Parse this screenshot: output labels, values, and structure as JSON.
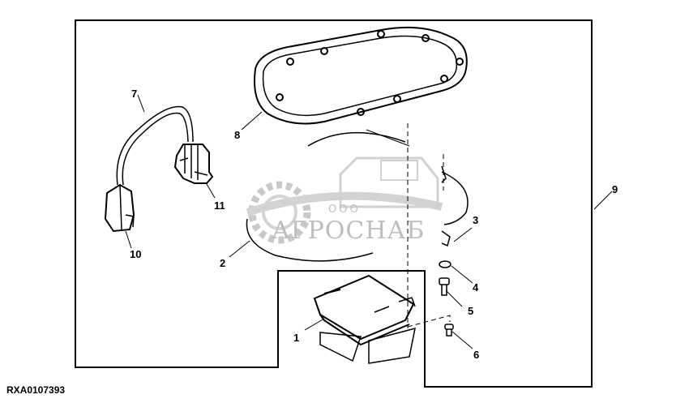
{
  "figure_code": "RXA0107393",
  "watermark": {
    "small": "ООО",
    "brand": "АГРОСНАБ"
  },
  "callouts": [
    "1",
    "2",
    "3",
    "4",
    "5",
    "6",
    "7",
    "8",
    "9",
    "10",
    "11"
  ]
}
